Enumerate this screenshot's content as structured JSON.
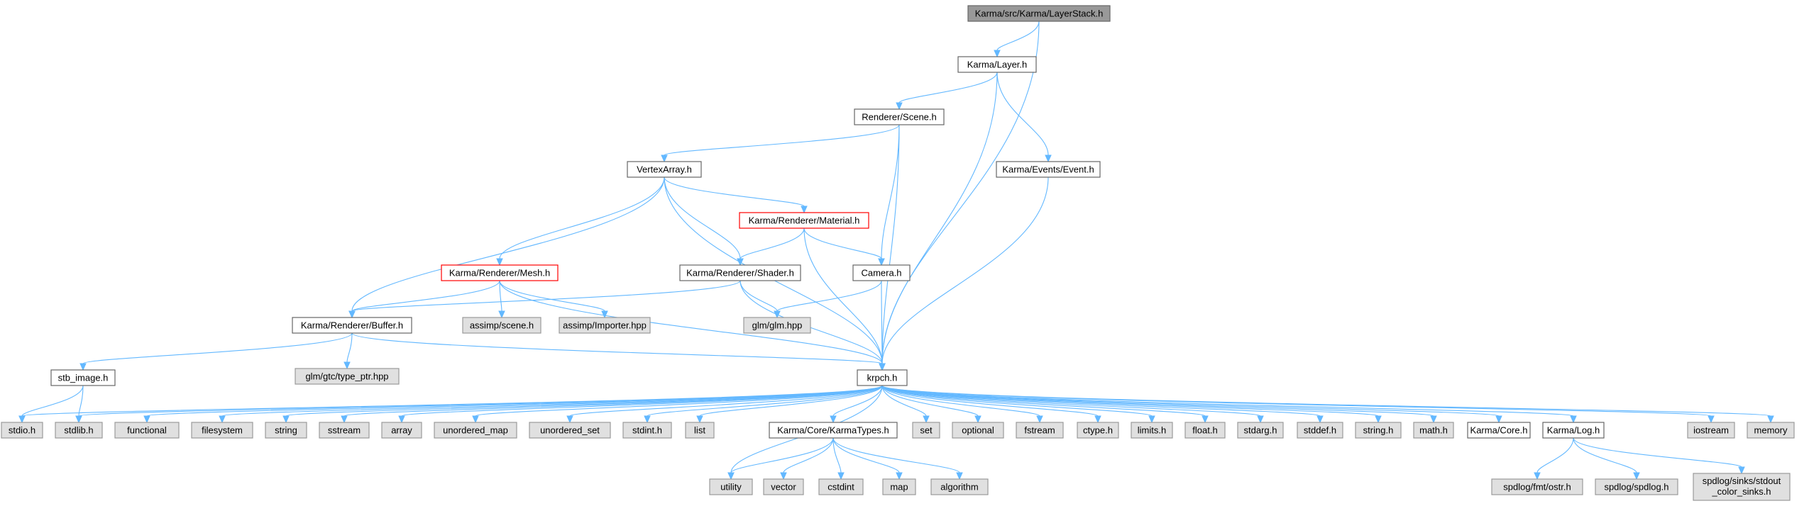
{
  "colors": {
    "edge": "#63b8ff",
    "root_fill": "#999999",
    "root_border": "#666666",
    "documented_fill": "#ffffff",
    "documented_border": "#666666",
    "incomplete_border": "#ff0000",
    "external_fill": "#e0e0e0",
    "external_border": "#999999"
  },
  "nodes": [
    {
      "id": "layerstack",
      "label": "Karma/src/Karma/LayerStack.h",
      "kind": "root"
    },
    {
      "id": "layer",
      "label": "Karma/Layer.h",
      "kind": "documented"
    },
    {
      "id": "scene",
      "label": "Renderer/Scene.h",
      "kind": "documented"
    },
    {
      "id": "event",
      "label": "Karma/Events/Event.h",
      "kind": "documented"
    },
    {
      "id": "vertexarray",
      "label": "VertexArray.h",
      "kind": "documented"
    },
    {
      "id": "material",
      "label": "Karma/Renderer/Material.h",
      "kind": "incomplete"
    },
    {
      "id": "mesh",
      "label": "Karma/Renderer/Mesh.h",
      "kind": "incomplete"
    },
    {
      "id": "shader",
      "label": "Karma/Renderer/Shader.h",
      "kind": "documented"
    },
    {
      "id": "camera",
      "label": "Camera.h",
      "kind": "documented"
    },
    {
      "id": "assimpscene",
      "label": "assimp/scene.h",
      "kind": "external"
    },
    {
      "id": "assimpimporter",
      "label": "assimp/Importer.hpp",
      "kind": "external"
    },
    {
      "id": "glm",
      "label": "glm/glm.hpp",
      "kind": "external"
    },
    {
      "id": "buffer",
      "label": "Karma/Renderer/Buffer.h",
      "kind": "documented"
    },
    {
      "id": "typeptr",
      "label": "glm/gtc/type_ptr.hpp",
      "kind": "external"
    },
    {
      "id": "stbimage",
      "label": "stb_image.h",
      "kind": "documented"
    },
    {
      "id": "krpch",
      "label": "krpch.h",
      "kind": "documented"
    },
    {
      "id": "stdio",
      "label": "stdio.h",
      "kind": "external"
    },
    {
      "id": "stdlib",
      "label": "stdlib.h",
      "kind": "external"
    },
    {
      "id": "functional",
      "label": "functional",
      "kind": "external"
    },
    {
      "id": "filesystem",
      "label": "filesystem",
      "kind": "external"
    },
    {
      "id": "string",
      "label": "string",
      "kind": "external"
    },
    {
      "id": "sstream",
      "label": "sstream",
      "kind": "external"
    },
    {
      "id": "array",
      "label": "array",
      "kind": "external"
    },
    {
      "id": "unordered_map",
      "label": "unordered_map",
      "kind": "external"
    },
    {
      "id": "unordered_set",
      "label": "unordered_set",
      "kind": "external"
    },
    {
      "id": "stdint",
      "label": "stdint.h",
      "kind": "external"
    },
    {
      "id": "list",
      "label": "list",
      "kind": "external"
    },
    {
      "id": "karmatypes",
      "label": "Karma/Core/KarmaTypes.h",
      "kind": "documented"
    },
    {
      "id": "set",
      "label": "set",
      "kind": "external"
    },
    {
      "id": "optional",
      "label": "optional",
      "kind": "external"
    },
    {
      "id": "fstream",
      "label": "fstream",
      "kind": "external"
    },
    {
      "id": "ctype",
      "label": "ctype.h",
      "kind": "external"
    },
    {
      "id": "limits",
      "label": "limits.h",
      "kind": "external"
    },
    {
      "id": "float",
      "label": "float.h",
      "kind": "external"
    },
    {
      "id": "stdarg",
      "label": "stdarg.h",
      "kind": "external"
    },
    {
      "id": "stddef",
      "label": "stddef.h",
      "kind": "external"
    },
    {
      "id": "stringh",
      "label": "string.h",
      "kind": "external"
    },
    {
      "id": "math",
      "label": "math.h",
      "kind": "external"
    },
    {
      "id": "core",
      "label": "Karma/Core.h",
      "kind": "documented"
    },
    {
      "id": "log",
      "label": "Karma/Log.h",
      "kind": "documented"
    },
    {
      "id": "iostream",
      "label": "iostream",
      "kind": "external"
    },
    {
      "id": "memory",
      "label": "memory",
      "kind": "external"
    },
    {
      "id": "utility",
      "label": "utility",
      "kind": "external"
    },
    {
      "id": "vector",
      "label": "vector",
      "kind": "external"
    },
    {
      "id": "cstdint",
      "label": "cstdint",
      "kind": "external"
    },
    {
      "id": "map",
      "label": "map",
      "kind": "external"
    },
    {
      "id": "algorithm",
      "label": "algorithm",
      "kind": "external"
    },
    {
      "id": "fmtostr",
      "label": "spdlog/fmt/ostr.h",
      "kind": "external"
    },
    {
      "id": "spdlog",
      "label": "spdlog/spdlog.h",
      "kind": "external"
    },
    {
      "id": "stdoutsinks",
      "label": "spdlog/sinks/stdout\n_color_sinks.h",
      "kind": "external"
    }
  ],
  "edges": [
    [
      "layerstack",
      "layer"
    ],
    [
      "layerstack",
      "krpch"
    ],
    [
      "layer",
      "scene"
    ],
    [
      "layer",
      "krpch"
    ],
    [
      "layer",
      "event"
    ],
    [
      "scene",
      "vertexarray"
    ],
    [
      "scene",
      "krpch"
    ],
    [
      "scene",
      "camera"
    ],
    [
      "event",
      "krpch"
    ],
    [
      "vertexarray",
      "material"
    ],
    [
      "vertexarray",
      "mesh"
    ],
    [
      "vertexarray",
      "shader"
    ],
    [
      "vertexarray",
      "buffer"
    ],
    [
      "vertexarray",
      "krpch"
    ],
    [
      "material",
      "shader"
    ],
    [
      "material",
      "camera"
    ],
    [
      "material",
      "krpch"
    ],
    [
      "mesh",
      "buffer"
    ],
    [
      "mesh",
      "assimpscene"
    ],
    [
      "mesh",
      "assimpimporter"
    ],
    [
      "mesh",
      "krpch"
    ],
    [
      "shader",
      "buffer"
    ],
    [
      "shader",
      "glm"
    ],
    [
      "shader",
      "krpch"
    ],
    [
      "camera",
      "glm"
    ],
    [
      "camera",
      "krpch"
    ],
    [
      "buffer",
      "stbimage"
    ],
    [
      "buffer",
      "typeptr"
    ],
    [
      "buffer",
      "krpch"
    ],
    [
      "stbimage",
      "stdio"
    ],
    [
      "stbimage",
      "stdlib"
    ],
    [
      "krpch",
      "stdio"
    ],
    [
      "krpch",
      "stdlib"
    ],
    [
      "krpch",
      "functional"
    ],
    [
      "krpch",
      "filesystem"
    ],
    [
      "krpch",
      "string"
    ],
    [
      "krpch",
      "sstream"
    ],
    [
      "krpch",
      "array"
    ],
    [
      "krpch",
      "unordered_map"
    ],
    [
      "krpch",
      "unordered_set"
    ],
    [
      "krpch",
      "stdint"
    ],
    [
      "krpch",
      "list"
    ],
    [
      "krpch",
      "utility"
    ],
    [
      "krpch",
      "karmatypes"
    ],
    [
      "krpch",
      "set"
    ],
    [
      "krpch",
      "optional"
    ],
    [
      "krpch",
      "fstream"
    ],
    [
      "krpch",
      "ctype"
    ],
    [
      "krpch",
      "limits"
    ],
    [
      "krpch",
      "float"
    ],
    [
      "krpch",
      "stdarg"
    ],
    [
      "krpch",
      "stddef"
    ],
    [
      "krpch",
      "stringh"
    ],
    [
      "krpch",
      "math"
    ],
    [
      "krpch",
      "core"
    ],
    [
      "krpch",
      "log"
    ],
    [
      "krpch",
      "iostream"
    ],
    [
      "krpch",
      "memory"
    ],
    [
      "karmatypes",
      "utility"
    ],
    [
      "karmatypes",
      "vector"
    ],
    [
      "karmatypes",
      "cstdint"
    ],
    [
      "karmatypes",
      "map"
    ],
    [
      "karmatypes",
      "algorithm"
    ],
    [
      "log",
      "fmtostr"
    ],
    [
      "log",
      "spdlog"
    ],
    [
      "log",
      "stdoutsinks"
    ]
  ]
}
